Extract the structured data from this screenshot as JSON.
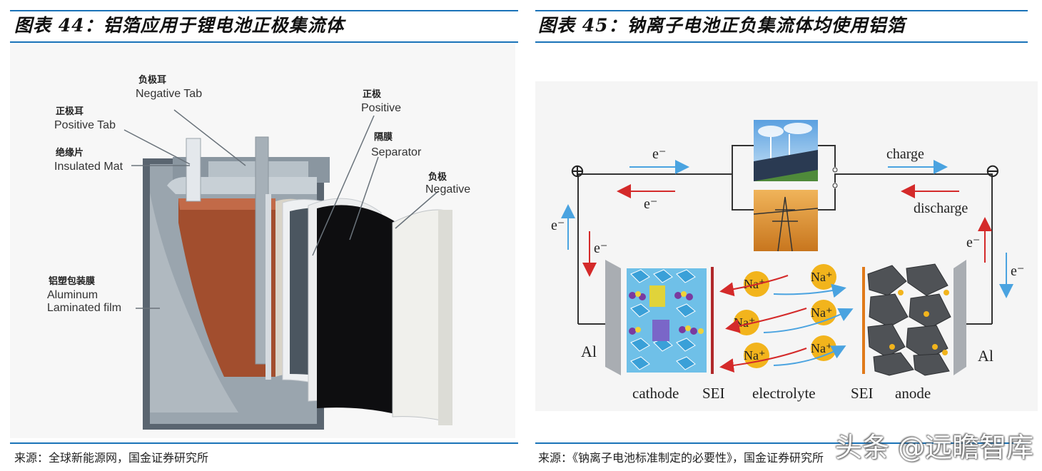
{
  "left": {
    "title": "图表 44：铝箔应用于锂电池正极集流体",
    "source": "来源：全球新能源网，国金证券研究所",
    "labels": {
      "negative_tab_cn": "负极耳",
      "negative_tab_en": "Negative Tab",
      "positive_tab_cn": "正极耳",
      "positive_tab_en": "Positive Tab",
      "insulated_cn": "绝缘片",
      "insulated_en": "Insulated Mat",
      "positive_cn": "正极",
      "positive_en": "Positive",
      "separator_cn": "隔膜",
      "separator_en": "Separator",
      "negative_cn": "负极",
      "negative_en": "Negative",
      "aluminum_cn": "铝塑包装膜",
      "aluminum_en1": "Aluminum",
      "aluminum_en2": "Laminated film"
    }
  },
  "right": {
    "title": "图表 45：钠离子电池正负集流体均使用铝箔",
    "source": "来源：《钠离子电池标准制定的必要性》，国金证券研究所",
    "labels": {
      "plus": "⊕",
      "minus": "⊖",
      "e_top_left": "e⁻",
      "e_mid_left": "e⁻",
      "e_left_up": "e⁻",
      "e_left_down": "e⁻",
      "e_right_up": "e⁻",
      "e_right_down": "e⁻",
      "charge": "charge",
      "discharge": "discharge",
      "al_left": "Al",
      "al_right": "Al",
      "na": "Na⁺",
      "cathode": "cathode",
      "sei_left": "SEI",
      "electrolyte": "electrolyte",
      "sei_right": "SEI",
      "anode": "anode"
    }
  },
  "watermark": "头条 @远瞻智库",
  "colors": {
    "rule": "#1a73b8",
    "blue_arrow": "#4aa3e0",
    "red_arrow": "#d42a2a",
    "na_ion": "#f2b41c"
  }
}
